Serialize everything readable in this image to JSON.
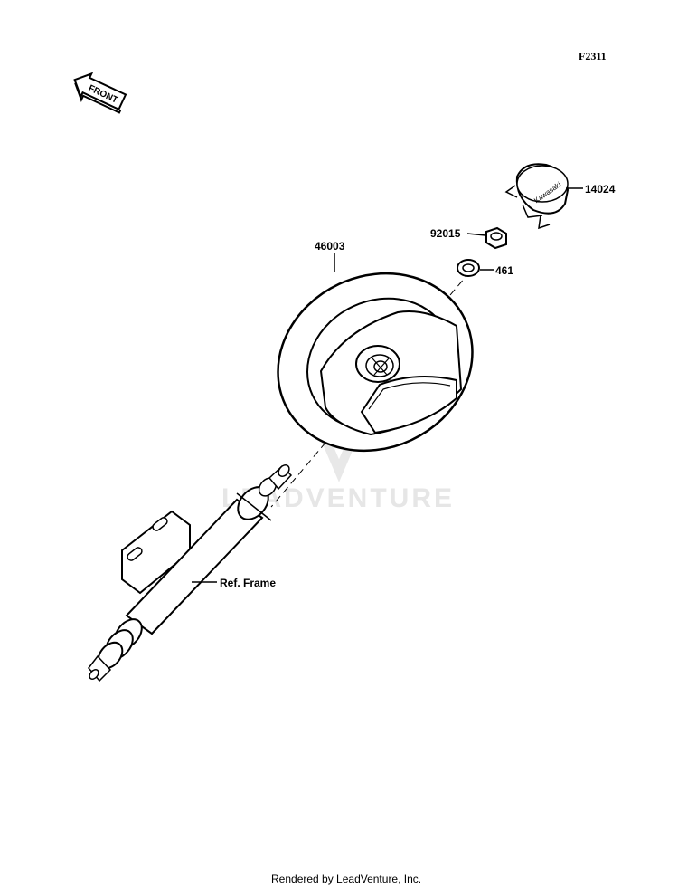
{
  "figure_id": "F2311",
  "front_marker": {
    "text": "FRONT"
  },
  "cap_brand": "Kawasaki",
  "watermark": "LEADVENTURE",
  "parts": [
    {
      "id": "14024",
      "label": "14024"
    },
    {
      "id": "92015",
      "label": "92015"
    },
    {
      "id": "461",
      "label": "461"
    },
    {
      "id": "46003",
      "label": "46003"
    },
    {
      "id": "ref-frame",
      "label": "Ref. Frame"
    }
  ],
  "footer": {
    "text": "Rendered by LeadVenture, Inc."
  }
}
